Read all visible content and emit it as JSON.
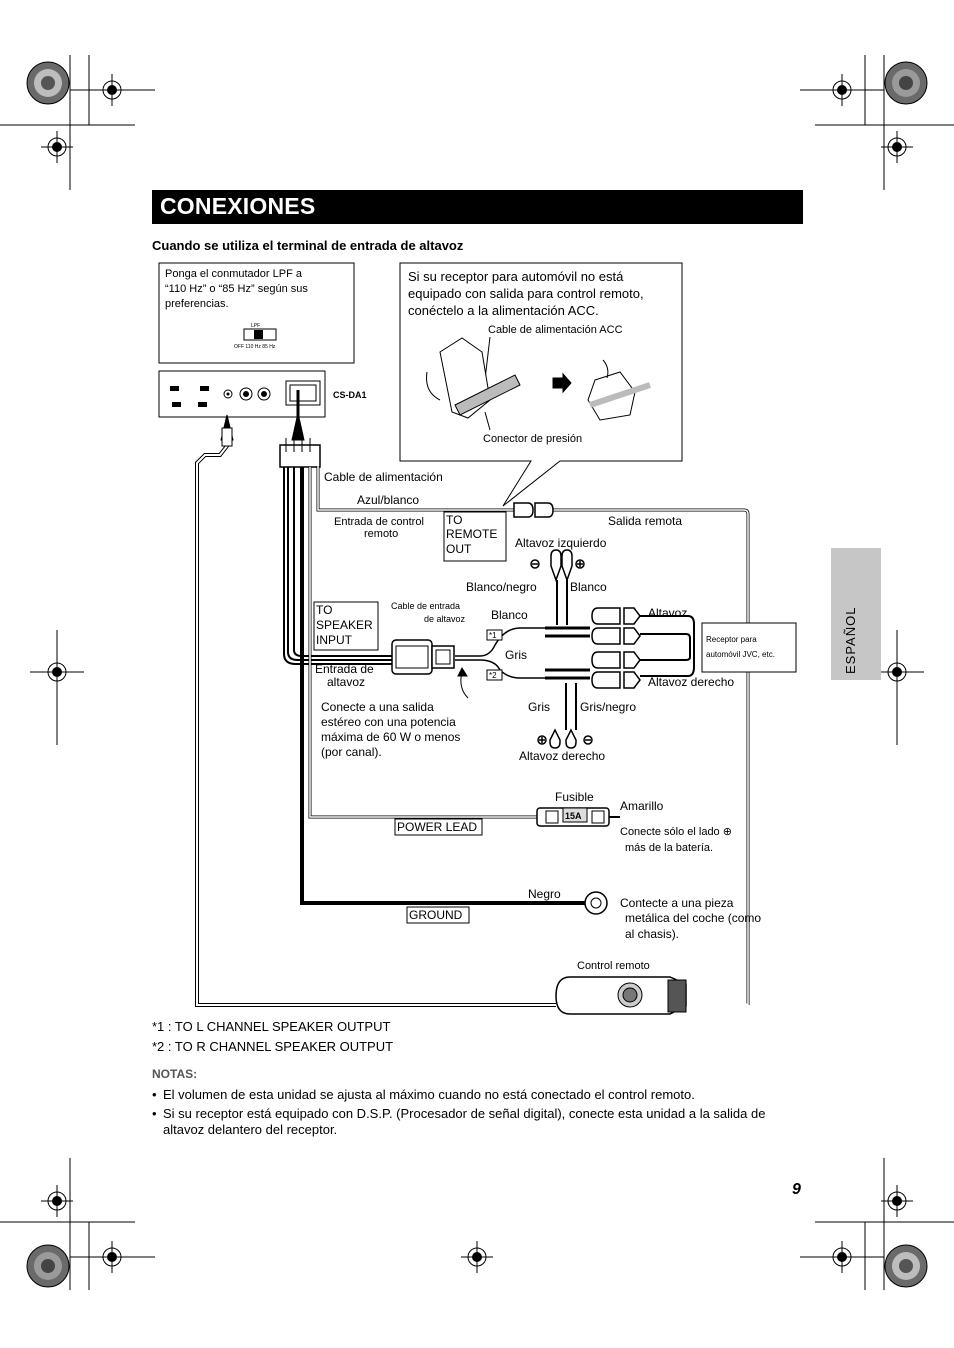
{
  "page": {
    "title": "CONEXIONES",
    "subtitle": "Cuando se utiliza el terminal de entrada de altavoz",
    "language_tab": "ESPAÑOL",
    "page_number": "9"
  },
  "lpf_box": {
    "lines": [
      "Ponga el conmutador LPF a",
      "“110 Hz” o “85 Hz” según sus",
      "preferencias."
    ],
    "switch_label": "LPF",
    "switch_positions": "OFF  110 Hz  85 Hz"
  },
  "acc_box": {
    "lines": [
      "Si su receptor para automóvil no está",
      "equipado con salida para control remoto,",
      "conéctelo a la alimentación ACC."
    ],
    "acc_cable": "Cable de alimentación ACC",
    "press_connector": "Conector de presión"
  },
  "unit": {
    "model": "CS-DA1"
  },
  "labels": {
    "power_cable": "Cable de alimentación",
    "blue_white": "Azul/blanco",
    "remote_input": [
      "Entrada de control",
      "remoto"
    ],
    "to_remote_out": [
      "TO",
      "REMOTE",
      "OUT"
    ],
    "remote_output": "Salida remota",
    "left_speaker": "Altavoz izquierdo",
    "white_black": "Blanco/negro",
    "white_top": "Blanco",
    "to_speaker_input": [
      "TO",
      "SPEAKER",
      "INPUT"
    ],
    "speaker_input_cable": [
      "Cable de entrada",
      "de altavoz"
    ],
    "white_mid": "Blanco",
    "speaker": "Altavoz",
    "receiver": [
      "Receptor para",
      "automóvil JVC, etc."
    ],
    "star1": "*1",
    "star2": "*2",
    "gray": "Gris",
    "speaker_input": [
      "Entrada de",
      "altavoz"
    ],
    "right_speaker_out": "Altavoz derecho",
    "connect_note": [
      "Conecte a una salida",
      "estéreo con una potencia",
      "máxima de 60 W o menos",
      "(por canal)."
    ],
    "gray_bottom": "Gris",
    "gray_black": "Gris/negro",
    "right_speaker": "Altavoz derecho",
    "fuse": "Fusible",
    "fuse_rating": "15A",
    "yellow": "Amarillo",
    "power_lead": "POWER LEAD",
    "battery_note": [
      "Conecte sólo el lado ⊕",
      "más de la batería."
    ],
    "black": "Negro",
    "ground": "GROUND",
    "chassis_note": [
      "Contecte a una pieza",
      "metálica del coche (como",
      "al chasis)."
    ],
    "remote_control": "Control remoto"
  },
  "footnotes": [
    {
      "mark": "*1",
      "text": ": TO L CHANNEL SPEAKER OUTPUT"
    },
    {
      "mark": "*2",
      "text": ": TO R CHANNEL SPEAKER OUTPUT"
    }
  ],
  "notes": {
    "title": "NOTAS:",
    "items": [
      "El volumen de esta unidad se ajusta al máximo cuando no está conectado el control remoto.",
      "Si su receptor está equipado con D.S.P. (Procesador de señal digital), conecte esta unidad a la salida de altavoz delantero del receptor."
    ]
  },
  "colors": {
    "title_bar": "#000000",
    "title_text": "#ffffff",
    "tab": "#c6c6c6",
    "notes_title": "#555555"
  }
}
